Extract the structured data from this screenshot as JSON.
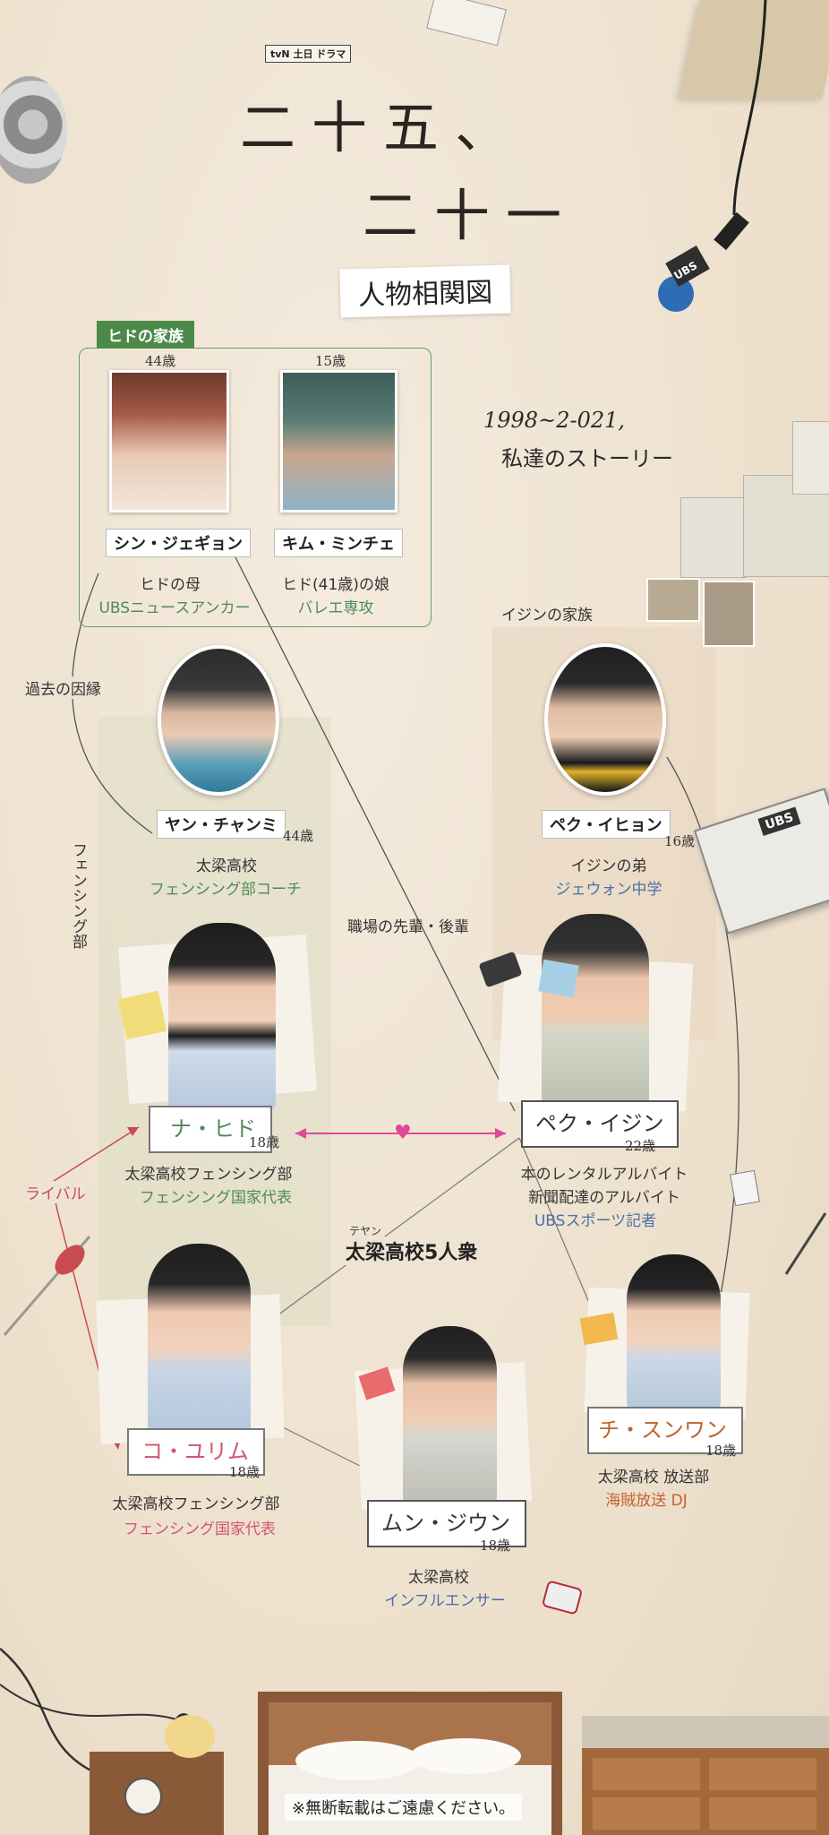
{
  "channel_logo": "tvN 土日 ドラマ",
  "title_line1": "二十五、",
  "title_line2": "二十一",
  "subtitle": "人物相関図",
  "story_date": "1998~2-021,",
  "story_text": "私達のストーリー",
  "hido_family": {
    "label": "ヒドの家族",
    "members": [
      {
        "age": "44歳",
        "name": "シン・ジェギョン",
        "role": "ヒドの母",
        "tag": "UBSニュースアンカー"
      },
      {
        "age": "15歳",
        "name": "キム・ミンチェ",
        "role": "ヒド(41歳)の娘",
        "tag": "バレエ専攻"
      }
    ]
  },
  "ijin_family_label": "イジンの家族",
  "relations": {
    "past": "過去の因縁",
    "fencing": "フェンシング部",
    "workplace": "職場の先輩・後輩",
    "rival": "ライバル"
  },
  "coach": {
    "name": "ヤン・チャンミ",
    "age": "44歳",
    "line1": "太梁高校",
    "line2": "フェンシング部コーチ"
  },
  "brother": {
    "name": "ペク・イヒョン",
    "age": "16歳",
    "line1": "イジンの弟",
    "line2": "ジェウォン中学"
  },
  "hido": {
    "name": "ナ・ヒド",
    "age": "18歳",
    "line1": "太梁高校フェンシング部",
    "line2": "フェンシング国家代表"
  },
  "ijin": {
    "name": "ペク・イジン",
    "age": "22歳",
    "line1": "本のレンタルアルバイト",
    "line2": "新聞配達のアルバイト",
    "line3": "UBSスポーツ記者"
  },
  "group": {
    "ruby": "テヤン",
    "label": "太梁高校5人衆"
  },
  "yurim": {
    "name": "コ・ユリム",
    "age": "18歳",
    "line1": "太梁高校フェンシング部",
    "line2": "フェンシング国家代表"
  },
  "seungwan": {
    "name": "チ・スンワン",
    "age": "18歳",
    "line1": "太梁高校 放送部",
    "line2": "海賊放送 DJ"
  },
  "jiwoong": {
    "name": "ムン・ジウン",
    "age": "18歳",
    "line1": "太梁高校",
    "line2": "インフルエンサー"
  },
  "mic_label": "UBS",
  "notebook_label": "UBS",
  "footer": "※無断転載はご遠慮ください。",
  "colors": {
    "green": "#4f8a5a",
    "blue": "#4a6fa5",
    "pink": "#d0566f",
    "orange": "#c2622d",
    "heart": "#e0489a"
  }
}
